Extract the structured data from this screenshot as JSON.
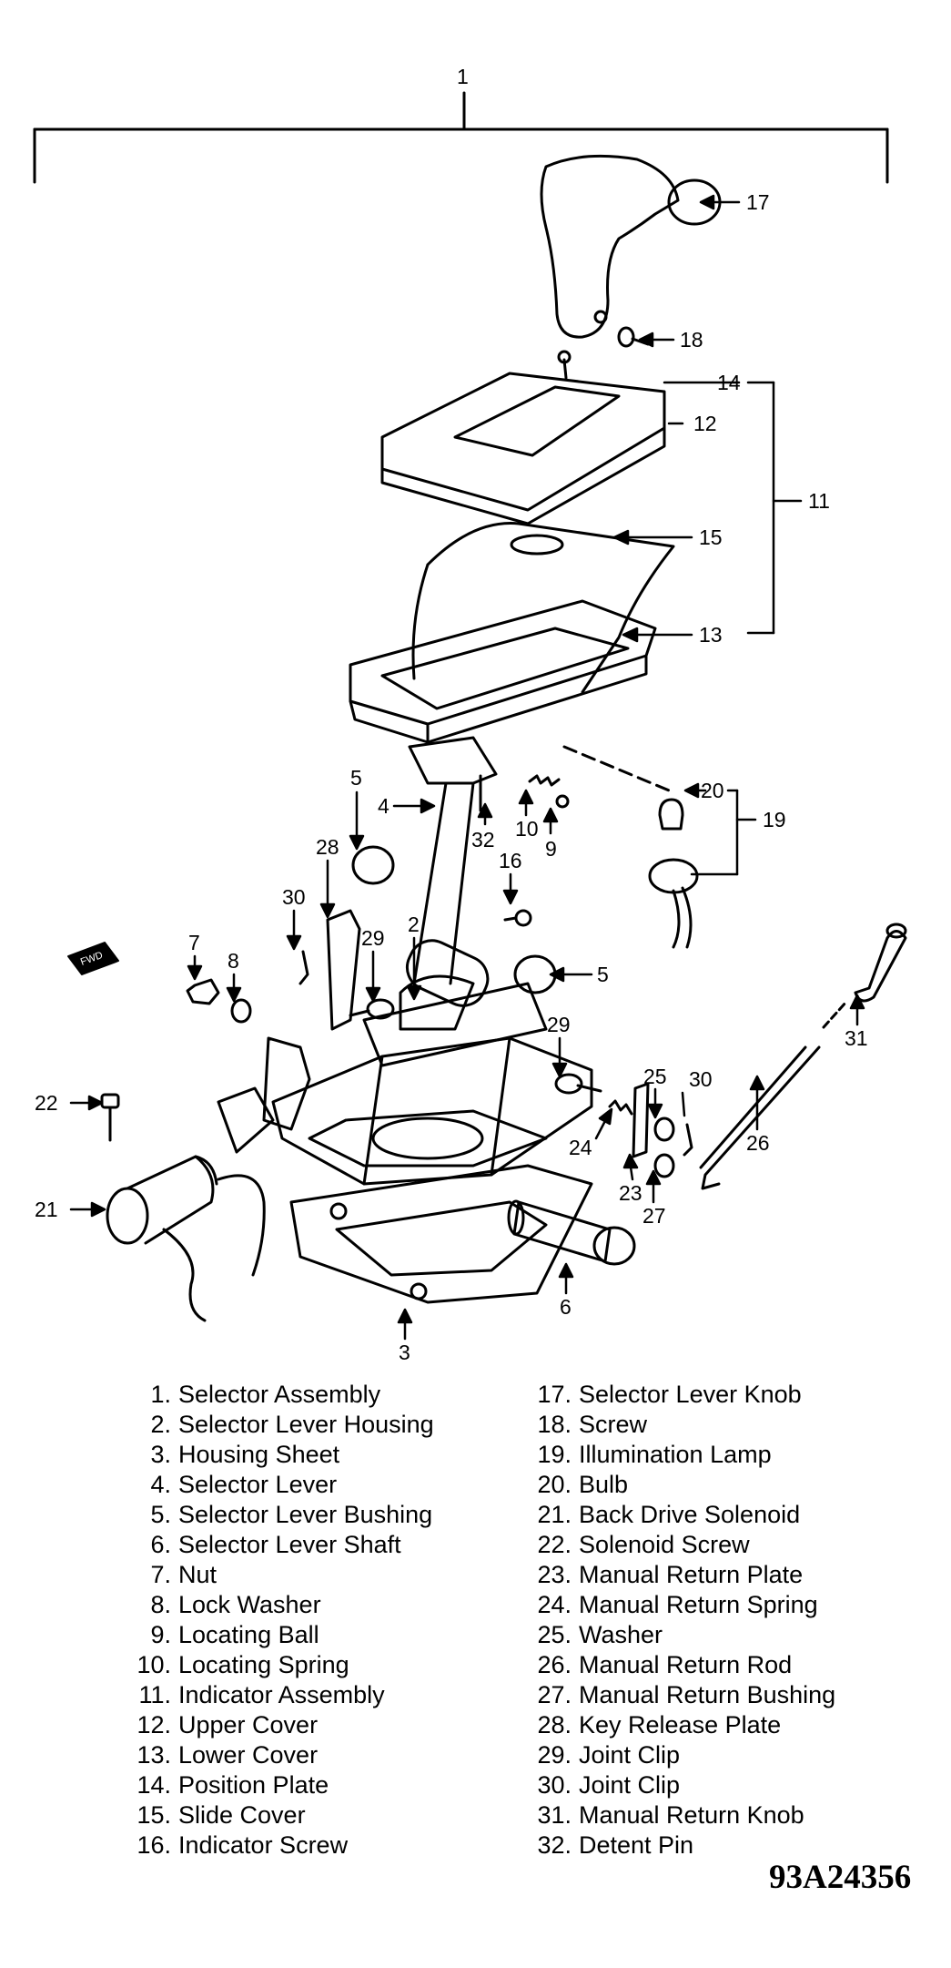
{
  "diagram": {
    "callouts": {
      "c1": "1",
      "c2": "2",
      "c3": "3",
      "c4": "4",
      "c5a": "5",
      "c5b": "5",
      "c6": "6",
      "c7": "7",
      "c8": "8",
      "c9": "9",
      "c10": "10",
      "c11": "11",
      "c12": "12",
      "c13": "13",
      "c14": "14",
      "c15": "15",
      "c16": "16",
      "c17": "17",
      "c18": "18",
      "c19": "19",
      "c20": "20",
      "c21": "21",
      "c22": "22",
      "c23": "23",
      "c24": "24",
      "c25": "25",
      "c26": "26",
      "c27": "27",
      "c28": "28",
      "c29a": "29",
      "c29b": "29",
      "c30a": "30",
      "c30b": "30",
      "c31": "31",
      "c32": "32"
    },
    "fwd_label": "FWD"
  },
  "legend": {
    "left": [
      {
        "num": "1.",
        "label": "Selector Assembly"
      },
      {
        "num": "2.",
        "label": "Selector Lever Housing"
      },
      {
        "num": "3.",
        "label": "Housing Sheet"
      },
      {
        "num": "4.",
        "label": "Selector Lever"
      },
      {
        "num": "5.",
        "label": "Selector Lever Bushing"
      },
      {
        "num": "6.",
        "label": "Selector Lever Shaft"
      },
      {
        "num": "7.",
        "label": "Nut"
      },
      {
        "num": "8.",
        "label": "Lock Washer"
      },
      {
        "num": "9.",
        "label": "Locating Ball"
      },
      {
        "num": "10.",
        "label": "Locating Spring"
      },
      {
        "num": "11.",
        "label": "Indicator Assembly"
      },
      {
        "num": "12.",
        "label": "Upper Cover"
      },
      {
        "num": "13.",
        "label": "Lower Cover"
      },
      {
        "num": "14.",
        "label": "Position Plate"
      },
      {
        "num": "15.",
        "label": "Slide Cover"
      },
      {
        "num": "16.",
        "label": "Indicator Screw"
      }
    ],
    "right": [
      {
        "num": "17.",
        "label": "Selector Lever Knob"
      },
      {
        "num": "18.",
        "label": "Screw"
      },
      {
        "num": "19.",
        "label": "Illumination Lamp"
      },
      {
        "num": "20.",
        "label": "Bulb"
      },
      {
        "num": "21.",
        "label": "Back Drive Solenoid"
      },
      {
        "num": "22.",
        "label": "Solenoid Screw"
      },
      {
        "num": "23.",
        "label": "Manual Return Plate"
      },
      {
        "num": "24.",
        "label": "Manual Return Spring"
      },
      {
        "num": "25.",
        "label": "Washer"
      },
      {
        "num": "26.",
        "label": "Manual Return Rod"
      },
      {
        "num": "27.",
        "label": "Manual Return Bushing"
      },
      {
        "num": "28.",
        "label": "Key Release Plate"
      },
      {
        "num": "29.",
        "label": "Joint Clip"
      },
      {
        "num": "30.",
        "label": "Joint Clip"
      },
      {
        "num": "31.",
        "label": "Manual Return Knob"
      },
      {
        "num": "32.",
        "label": "Detent Pin"
      }
    ]
  },
  "figure_id": "93A24356"
}
